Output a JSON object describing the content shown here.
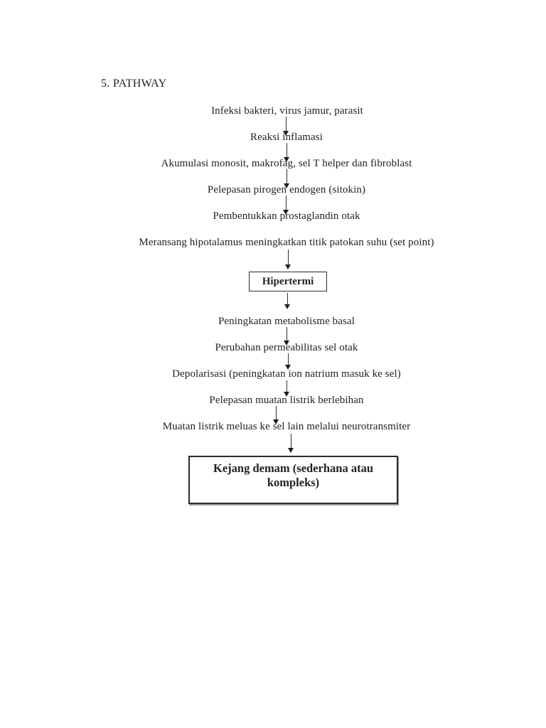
{
  "document": {
    "heading": "5. PATHWAY"
  },
  "flow": {
    "steps": [
      {
        "label": "Infeksi bakteri, virus jamur, parasit",
        "type": "text"
      },
      {
        "label": "Reaksi inflamasi",
        "type": "text"
      },
      {
        "label": "Akumulasi monosit, makrofag, sel T helper dan fibroblast",
        "type": "text"
      },
      {
        "label": "Pelepasan pirogen endogen (sitokin)",
        "type": "text"
      },
      {
        "label": "Pembentukkan prostaglandin otak",
        "type": "text"
      },
      {
        "label": "Meransang hipotalamus meningkatkan titik patokan suhu (set point)",
        "type": "text"
      },
      {
        "label": "Hipertermi",
        "type": "boxed"
      },
      {
        "label": "Peningkatan metabolisme basal",
        "type": "text"
      },
      {
        "label": "Perubahan permeabilitas sel otak",
        "type": "text"
      },
      {
        "label": "Depolarisasi (peningkatan ion natrium masuk ke sel)",
        "type": "text"
      },
      {
        "label": "Pelepasan muatan listrik berlebihan",
        "type": "text"
      },
      {
        "label": "Muatan listrik meluas ke sel lain melalui neurotransmiter",
        "type": "text"
      },
      {
        "label": "Kejang demam (sederhana atau kompleks)",
        "type": "boxed"
      }
    ]
  },
  "colors": {
    "ink": "#222222",
    "background": "#ffffff"
  }
}
